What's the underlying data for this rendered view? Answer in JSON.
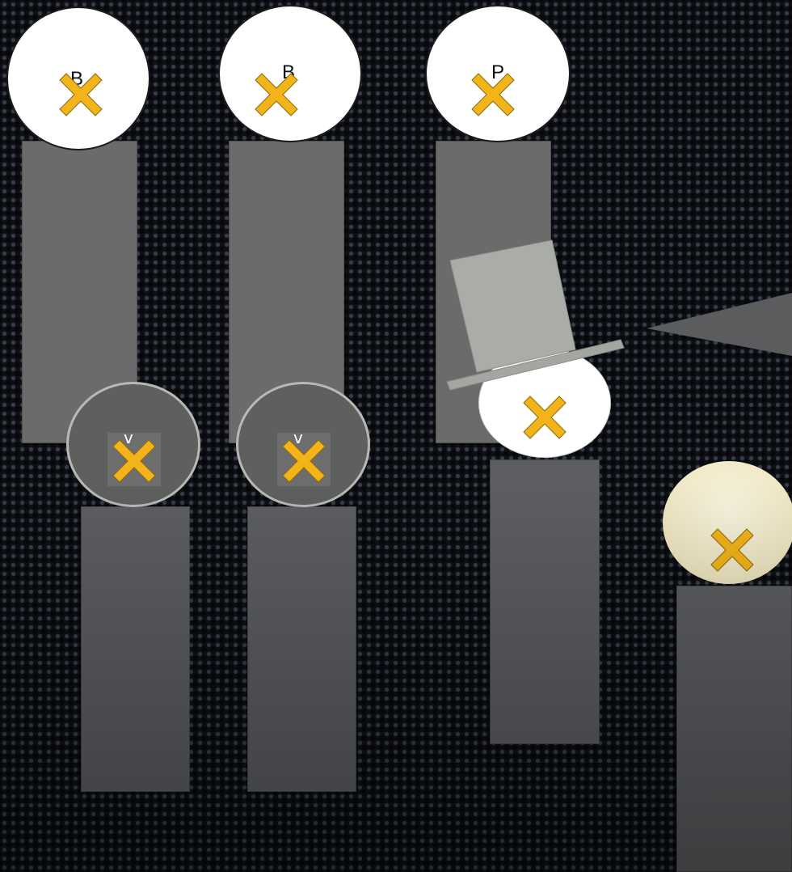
{
  "scene": {
    "figures_back": [
      {
        "head_letter": "B",
        "head_style": "white",
        "mark": "x-mark-icon"
      },
      {
        "head_letter": "B",
        "head_style": "white",
        "mark": "x-mark-icon"
      },
      {
        "head_letter": "P",
        "head_style": "white",
        "mark": "x-mark-icon"
      }
    ],
    "figures_front": [
      {
        "head_style": "grey",
        "mark": "x-mark-icon",
        "detail": "v"
      },
      {
        "head_style": "grey",
        "mark": "x-mark-icon",
        "detail": "v"
      },
      {
        "head_style": "white",
        "mark": "x-mark-icon",
        "accessory": "top-hat-icon"
      },
      {
        "head_style": "cream",
        "mark": "x-mark-icon"
      }
    ],
    "colors": {
      "background": "#0d0f14",
      "body": "#6b6b6b",
      "mark": "#f2b418",
      "hat": "#a9aca7"
    },
    "light_cone": "spotlight-cone-icon"
  }
}
